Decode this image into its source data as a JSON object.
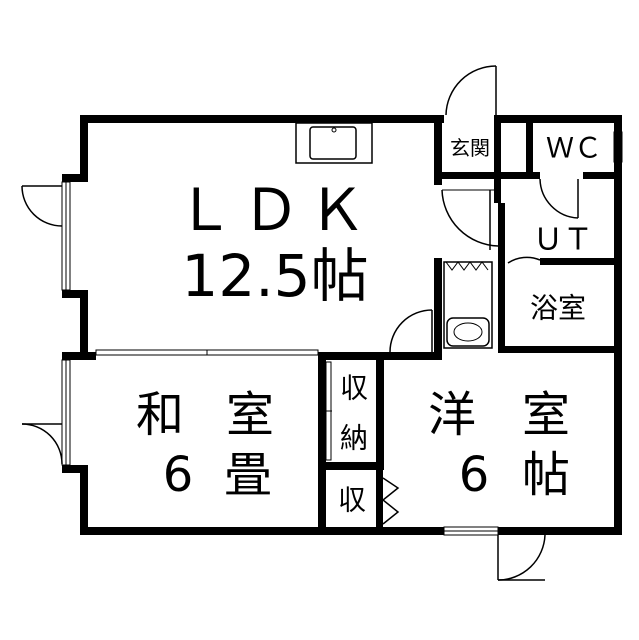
{
  "rooms": {
    "ldk": {
      "name": "ＬＤＫ",
      "size": "12.5帖"
    },
    "washitsu": {
      "name_1": "和",
      "name_2": "室",
      "size_1": "6",
      "size_2": "畳"
    },
    "youshitsu": {
      "name_1": "洋",
      "name_2": "室",
      "size_1": "6",
      "size_2": "帖"
    },
    "genkan": "玄関",
    "wc": "ＷＣ",
    "ut": "ＵＴ",
    "bath": "浴室",
    "closet_tall_1": "収",
    "closet_tall_2": "納",
    "closet_small": "収"
  },
  "colors": {
    "wall": "#000000",
    "background": "#ffffff"
  }
}
